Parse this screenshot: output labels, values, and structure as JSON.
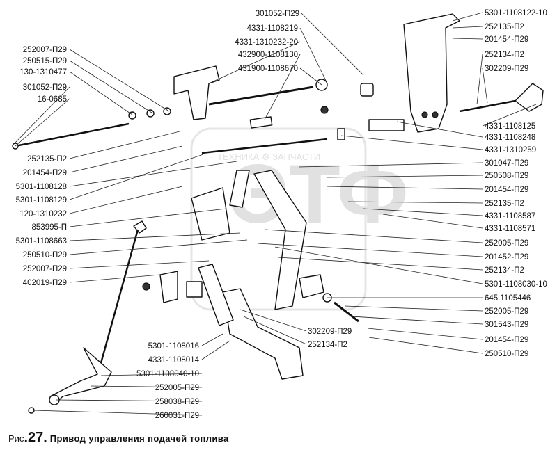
{
  "caption": {
    "prefix": "Рис",
    "number": ".27.",
    "title": " Привод управления подачей топлива"
  },
  "watermark": {
    "logo": "ЭТФ",
    "line": "ТЕХНИКА ⚙ ЗАПЧАСТИ"
  },
  "labels_left": [
    "252007-П29",
    "250515-П29",
    "130-1310477",
    "301052-П29",
    "16-0685",
    "252135-П2",
    "201454-П29",
    "5301-1108128",
    "5301-1108129",
    "120-1310232",
    "853995-П",
    "5301-1108663",
    "250510-П29",
    "252007-П29",
    "402019-П29"
  ],
  "labels_top": [
    "301052-П29",
    "4331-1108219",
    "4331-1310232-20",
    "432900-1108130",
    "431900-1108670"
  ],
  "labels_right": [
    "5301-1108122-10",
    "252135-П2",
    "201454-П29",
    "252134-П2",
    "302209-П29",
    "4331-1108125",
    "4331-1108248",
    "4331-1310259",
    "301047-П29",
    "250508-П29",
    "201454-П29",
    "252135-П2",
    "4331-1108587",
    "4331-1108571",
    "252005-П29",
    "201452-П29",
    "252134-П2",
    "5301-1108030-10",
    "645.1105446",
    "252005-П29",
    "301543-П29",
    "201454-П29",
    "250510-П29"
  ],
  "labels_bottom": [
    "5301-1108016",
    "4331-1108014",
    "5301-1108040-10",
    "252005-П29",
    "258038-П29",
    "260031-П29",
    "302209-П29",
    "252134-П2"
  ]
}
